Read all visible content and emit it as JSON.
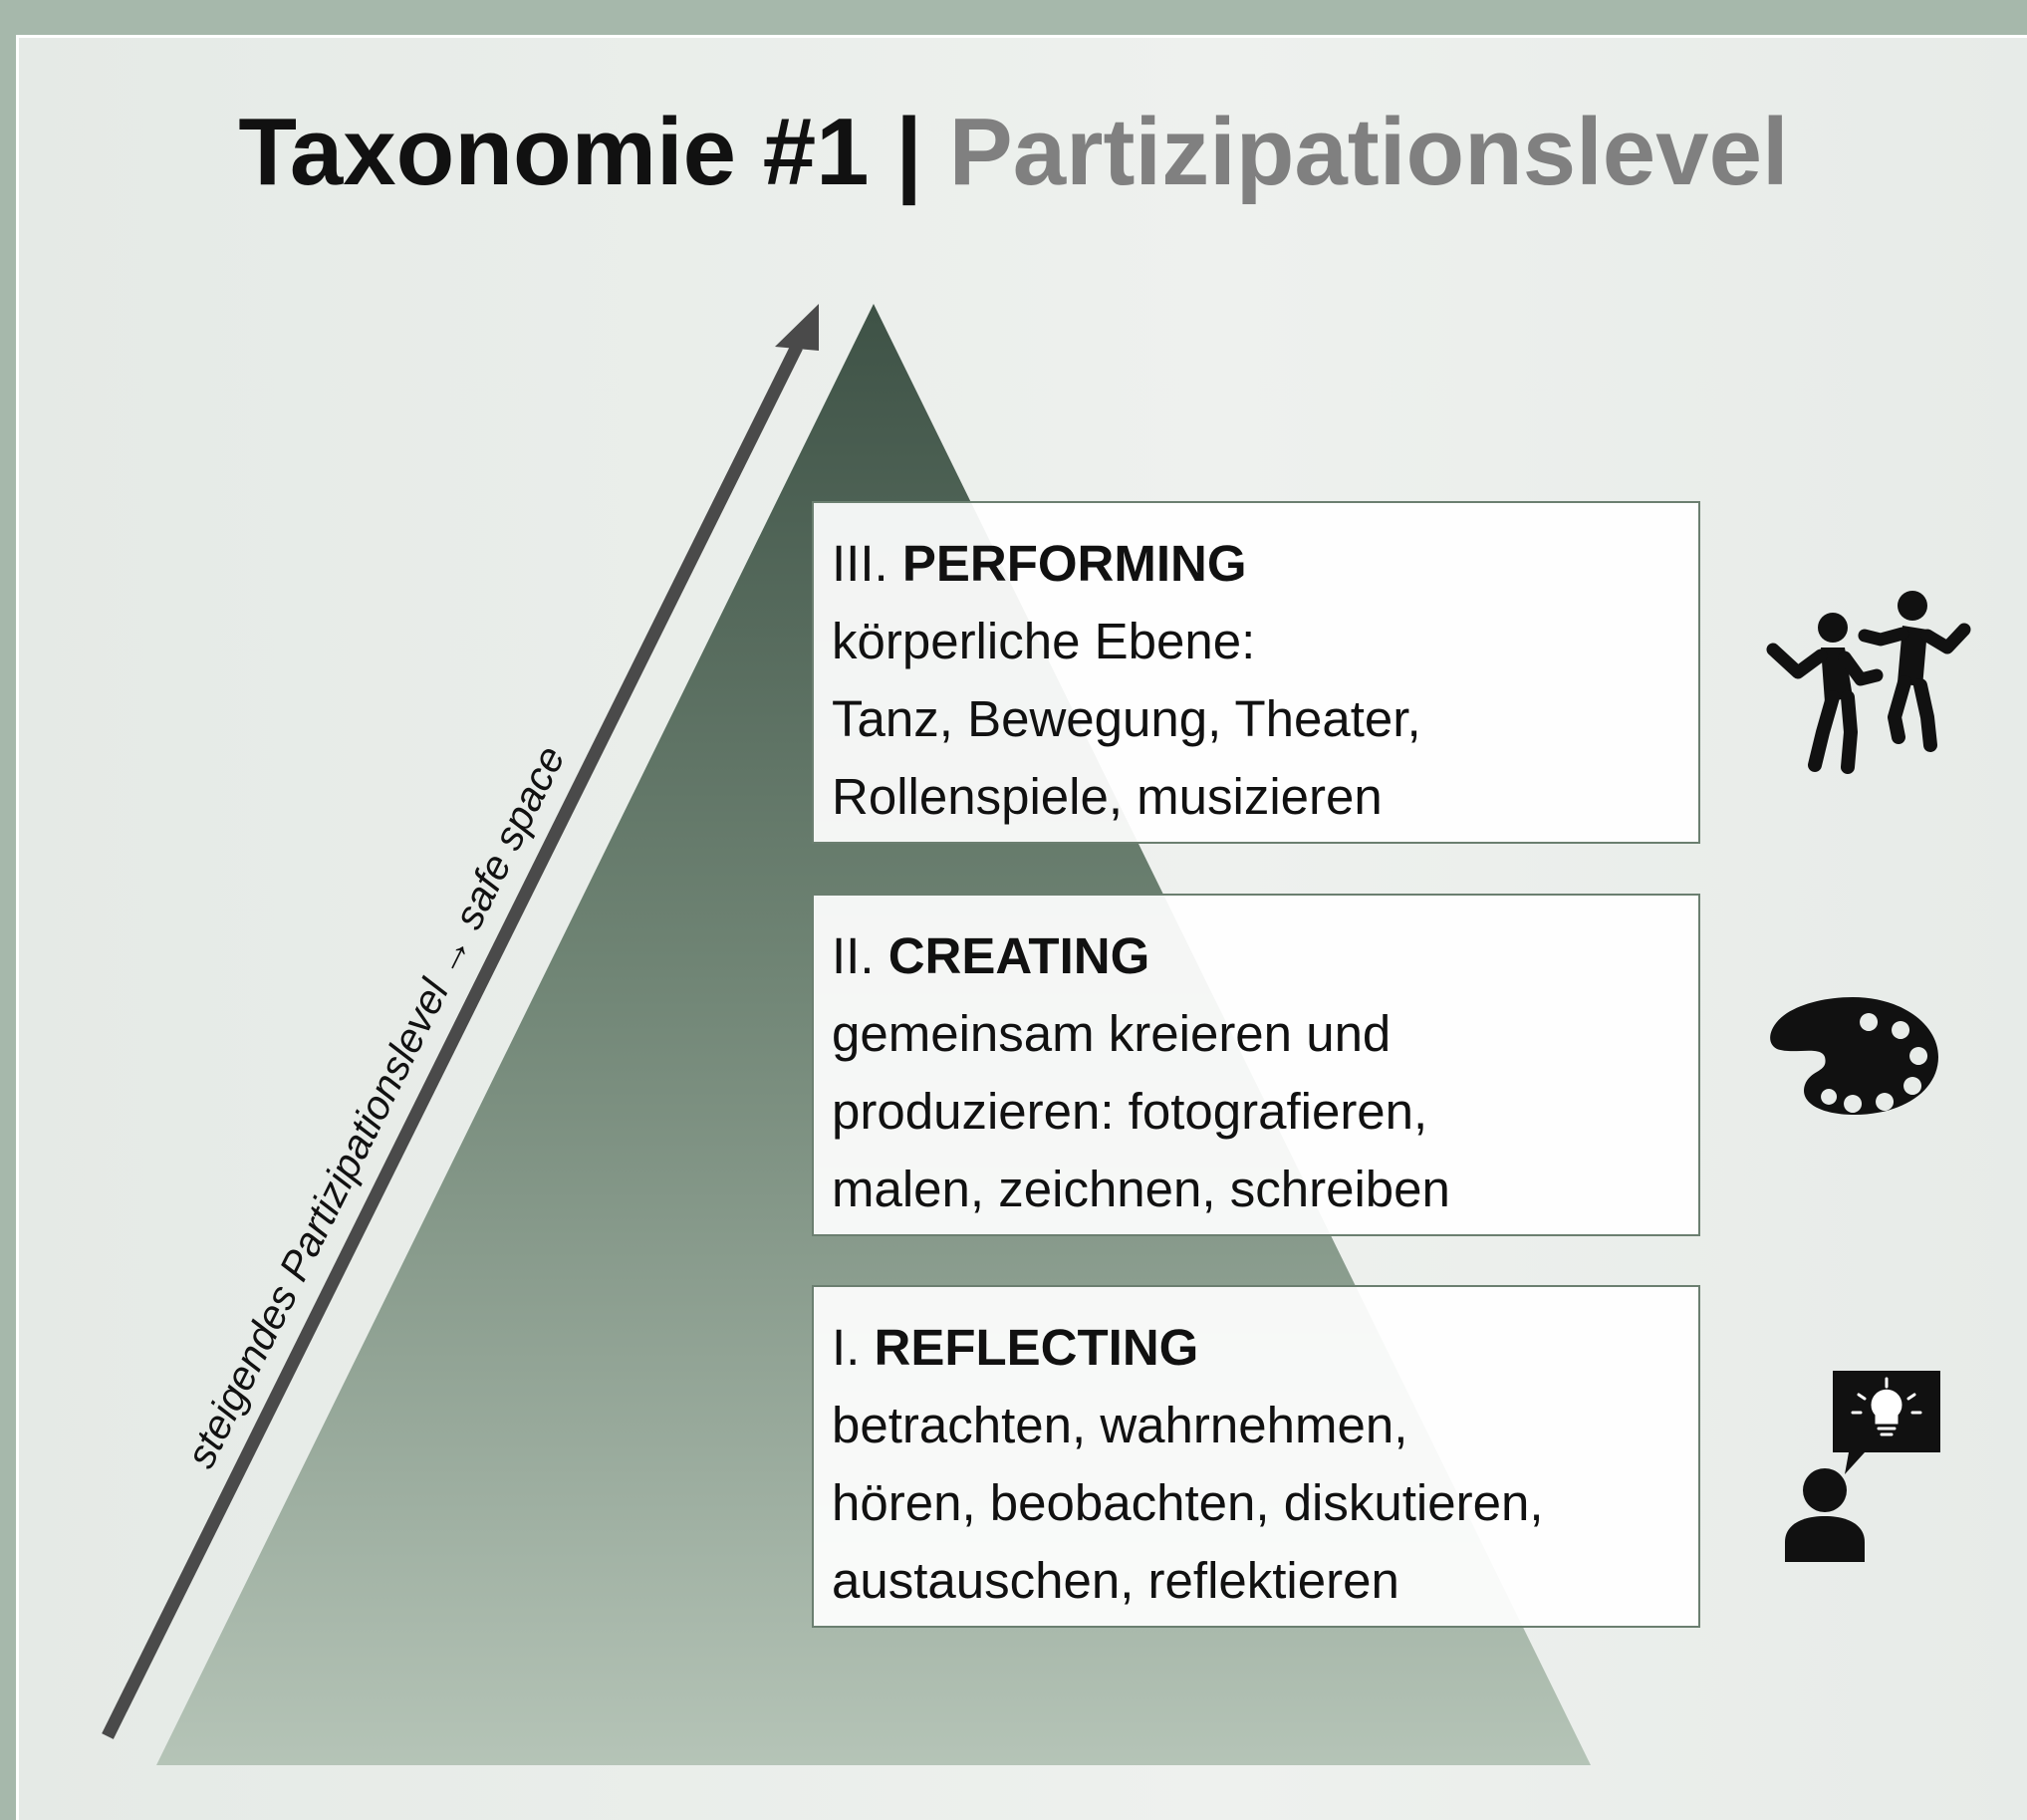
{
  "title": {
    "main": "Taxonomie #1",
    "separator": "|",
    "sub": "Partizipationslevel"
  },
  "arrow_label": "steigendes Partizipationslevel → safe space",
  "levels": [
    {
      "numeral": "III.",
      "name": "PERFORMING",
      "lines": [
        "körperliche Ebene:",
        "Tanz, Bewegung, Theater,",
        "Rollenspiele, musizieren"
      ],
      "icon": "dancing-people-icon"
    },
    {
      "numeral": "II.",
      "name": "CREATING",
      "lines": [
        "gemeinsam kreieren und",
        "produzieren: fotografieren,",
        "malen, zeichnen, schreiben"
      ],
      "icon": "paint-palette-icon"
    },
    {
      "numeral": "I.",
      "name": "REFLECTING",
      "lines": [
        "betrachten, wahrnehmen,",
        "hören, beobachten, diskutieren,",
        "austauschen, reflektieren"
      ],
      "icon": "person-idea-icon"
    }
  ],
  "colors": {
    "pyramid_top": "#3e5246",
    "pyramid_bottom": "#b5c4b7",
    "arrow": "#4a4a4a",
    "title_main": "#111111",
    "title_sub": "#808080",
    "background": "#e9ede9"
  }
}
